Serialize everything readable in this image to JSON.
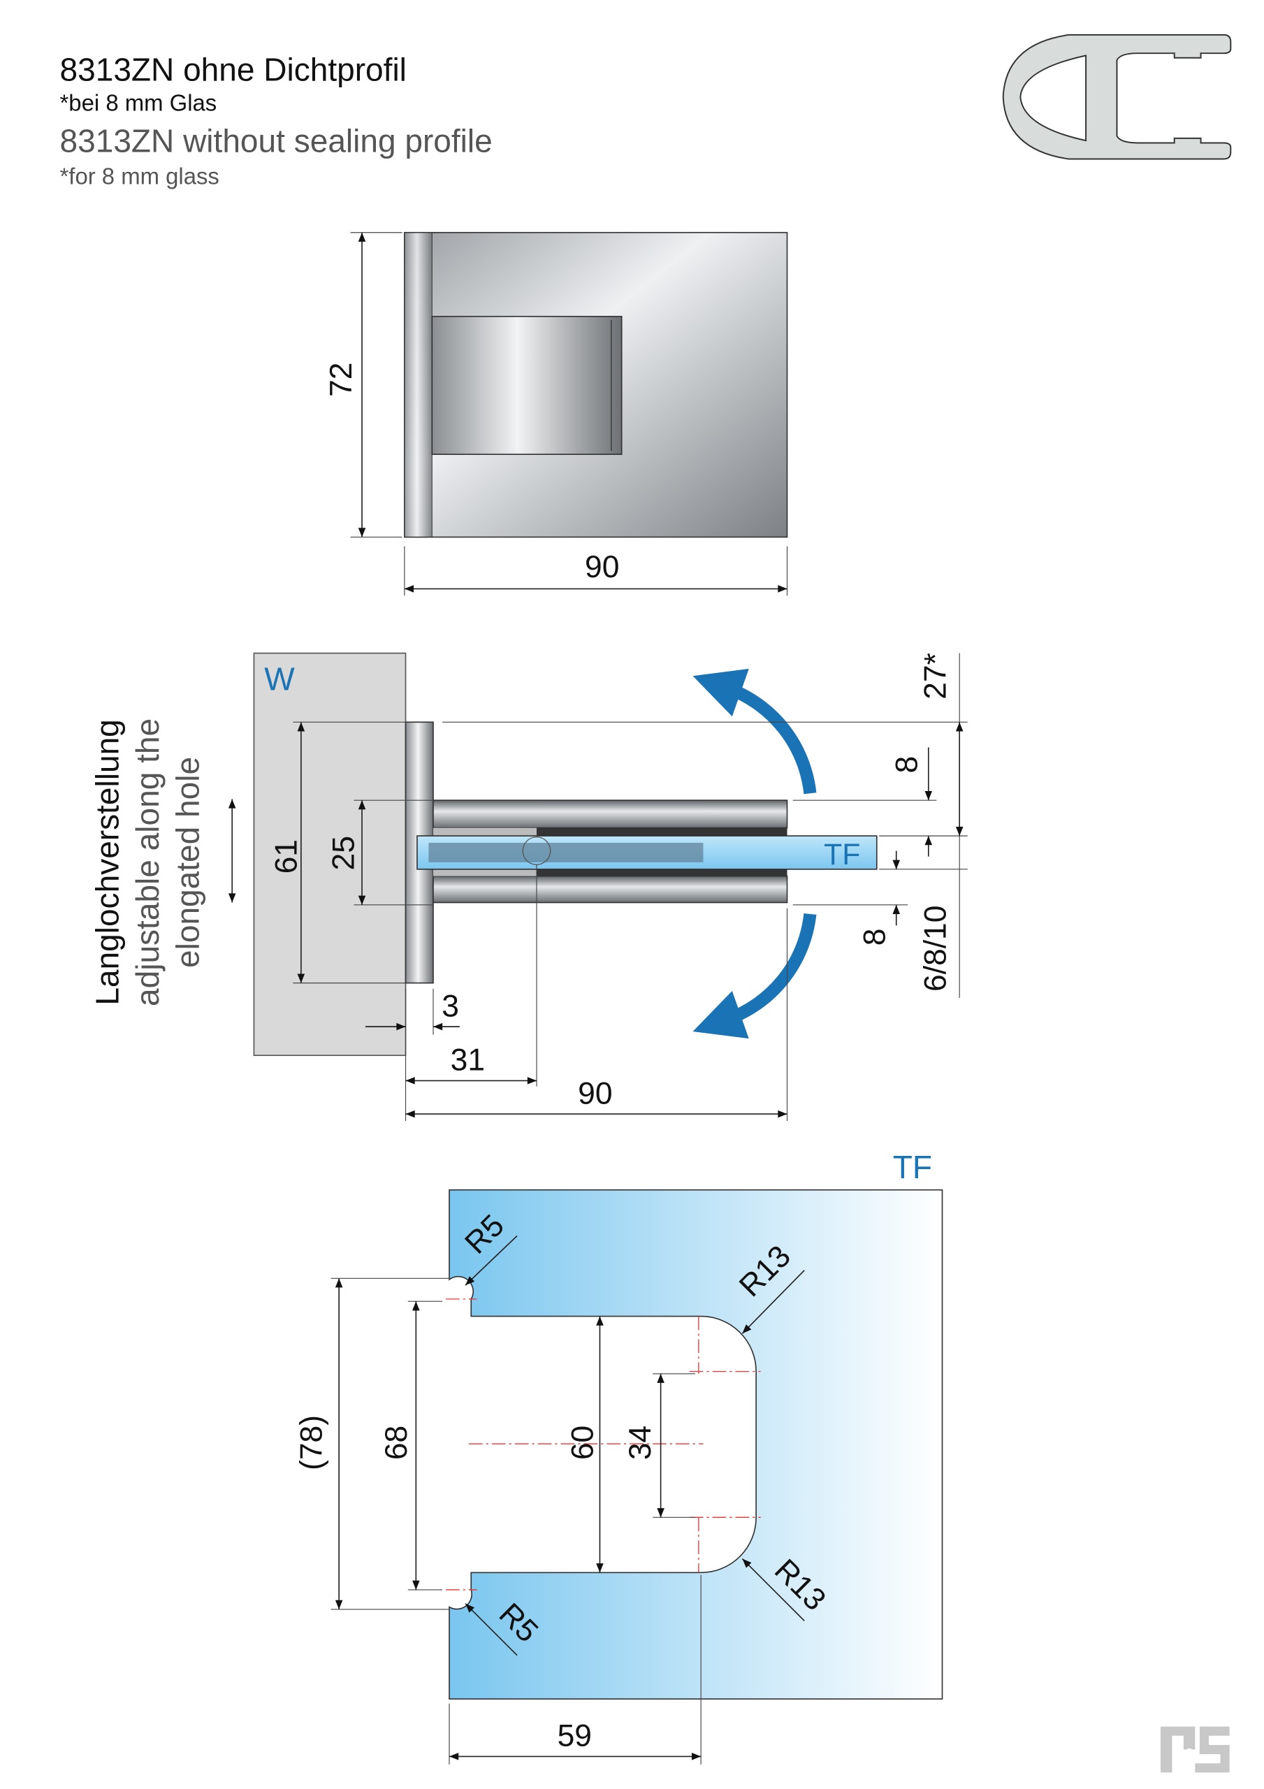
{
  "header": {
    "title_de": "8313ZN ohne Dichtprofil",
    "note_de": "*bei 8 mm Glas",
    "title_en": "8313ZN without sealing profile",
    "note_en": "*for 8 mm glass"
  },
  "top_view": {
    "height": "72",
    "width": "90"
  },
  "side_view": {
    "wall_label": "W",
    "glass_label": "TF",
    "adjust_de": "Langlochverstellung",
    "adjust_en_1": "adjustable along the",
    "adjust_en_2": "elongated hole",
    "dim_61": "61",
    "dim_25": "25",
    "dim_3": "3",
    "dim_31": "31",
    "dim_90": "90",
    "dim_27": "27*",
    "dim_8_top": "8",
    "dim_8_bottom": "8",
    "dim_glass": "6/8/10"
  },
  "cutout": {
    "glass_label": "TF",
    "r5_top": "R5",
    "r5_bottom": "R5",
    "r13_top": "R13",
    "r13_bottom": "R13",
    "dim_78": "(78)",
    "dim_68": "68",
    "dim_60": "60",
    "dim_34": "34",
    "dim_59": "59"
  },
  "logo": {
    "text": "RS"
  },
  "colors": {
    "accent": "#1a73b5",
    "glass": "#8dd0f2",
    "wall": "#d9d9d9"
  }
}
